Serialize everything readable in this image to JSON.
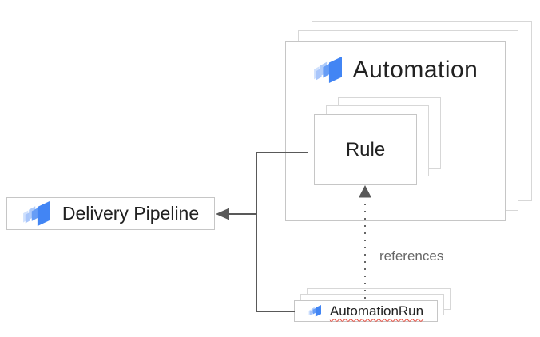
{
  "nodes": {
    "automation": {
      "label": "Automation",
      "icon": "cloud-deploy-icon",
      "stack_count": 3
    },
    "rule": {
      "label": "Rule",
      "stack_count": 3
    },
    "delivery_pipeline": {
      "label": "Delivery Pipeline",
      "icon": "cloud-deploy-icon",
      "stack_count": 1
    },
    "automation_run": {
      "label": "AutomationRun",
      "icon": "cloud-deploy-icon",
      "stack_count": 3,
      "has_spellcheck_squiggle": true
    }
  },
  "edges": {
    "automation_run_to_rule": {
      "label": "references",
      "style": "dotted",
      "arrow": "up-into-rule"
    },
    "to_delivery_pipeline": {
      "style": "solid",
      "arrow": "left-into-delivery-pipeline",
      "branches": [
        "rule",
        "automation_run"
      ]
    }
  },
  "colors": {
    "connector": "#595959",
    "dotted_connector": "#666666",
    "box_border": "#c6c6c6",
    "box_border_back": "#d7d7d7",
    "label_text": "#212121",
    "muted_text": "#666666",
    "spellcheck_red": "#e64a3c",
    "icon_blue_primary": "#4285f4",
    "icon_blue_mid": "#669df6",
    "icon_blue_light": "#aecbfa",
    "icon_blue_lightest": "#cfe0fd"
  }
}
